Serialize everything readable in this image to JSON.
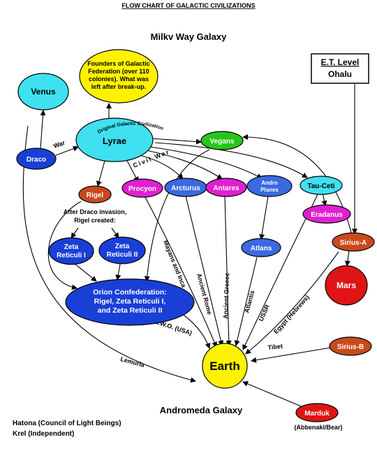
{
  "header": {
    "title": "FLOW CHART OF GALACTIC CIVILIZATIONS",
    "galaxy_top": "Milkv Way Galaxy",
    "galaxy_bottom": "Andromeda Galaxy"
  },
  "legend": {
    "line1": "Hatona (Council of Light Beings)",
    "line2": "Krel (Independent)"
  },
  "et_box": {
    "label1": "E.T. Level",
    "label2": "Ohalu"
  },
  "nodes": {
    "founders": [
      "Founders of Galactic",
      "Federation (over 110",
      "colonies).  What was",
      "left after break-up."
    ],
    "venus": "Venus",
    "lyrae": "Lyrae",
    "lyrae_arc": "Original Galactic Civilization",
    "draco": "Draco",
    "vegans": "Vegans",
    "rigel": "Rigel",
    "procyon": "Procyon",
    "arcturus": "Arcturus",
    "antares": "Antares",
    "andromeda": [
      "Andro",
      "Planes"
    ],
    "tauceti": "Tau-Ceti",
    "eradanus": "Eradanus",
    "zeta1": [
      "Zeta",
      "Reticuli I"
    ],
    "zeta2": [
      "Zeta",
      "Reticuli II"
    ],
    "atlans": "Atlans",
    "siriusa": "Sirius-A",
    "mars": "Mars",
    "orion": [
      "Orion Confederation:",
      "Rigel, Zeta Reticuli I,",
      "and Zeta Reticuli II"
    ],
    "siriusb": "Sirius-B",
    "earth": "Earth",
    "marduk": "Marduk",
    "marduk_sub": "(Abbenakl/Bear)"
  },
  "edge_labels": {
    "war": "War",
    "civil_war": "Civil War",
    "after_draco": [
      "After Draco invasion,",
      "Rigel created:"
    ],
    "mayans": "Mayans and Inca",
    "rome": "Ancient Rome",
    "greece": "Ancient Greece",
    "atlantis": "Atlantis",
    "ussr": "USSR",
    "egypt": "Egypt (Hebrews)",
    "nwo": "N.W.O. (USA)",
    "tibet": "Tibet",
    "lemuria": "Lemuria"
  },
  "colors": {
    "yellow": "#fff200",
    "cyan": "#3fe0f0",
    "blue": "#1a3fd6",
    "green": "#26c71c",
    "brown_red": "#c84a1c",
    "magenta": "#e020d0",
    "red": "#e01414",
    "lightblue": "#3a6ae0"
  }
}
